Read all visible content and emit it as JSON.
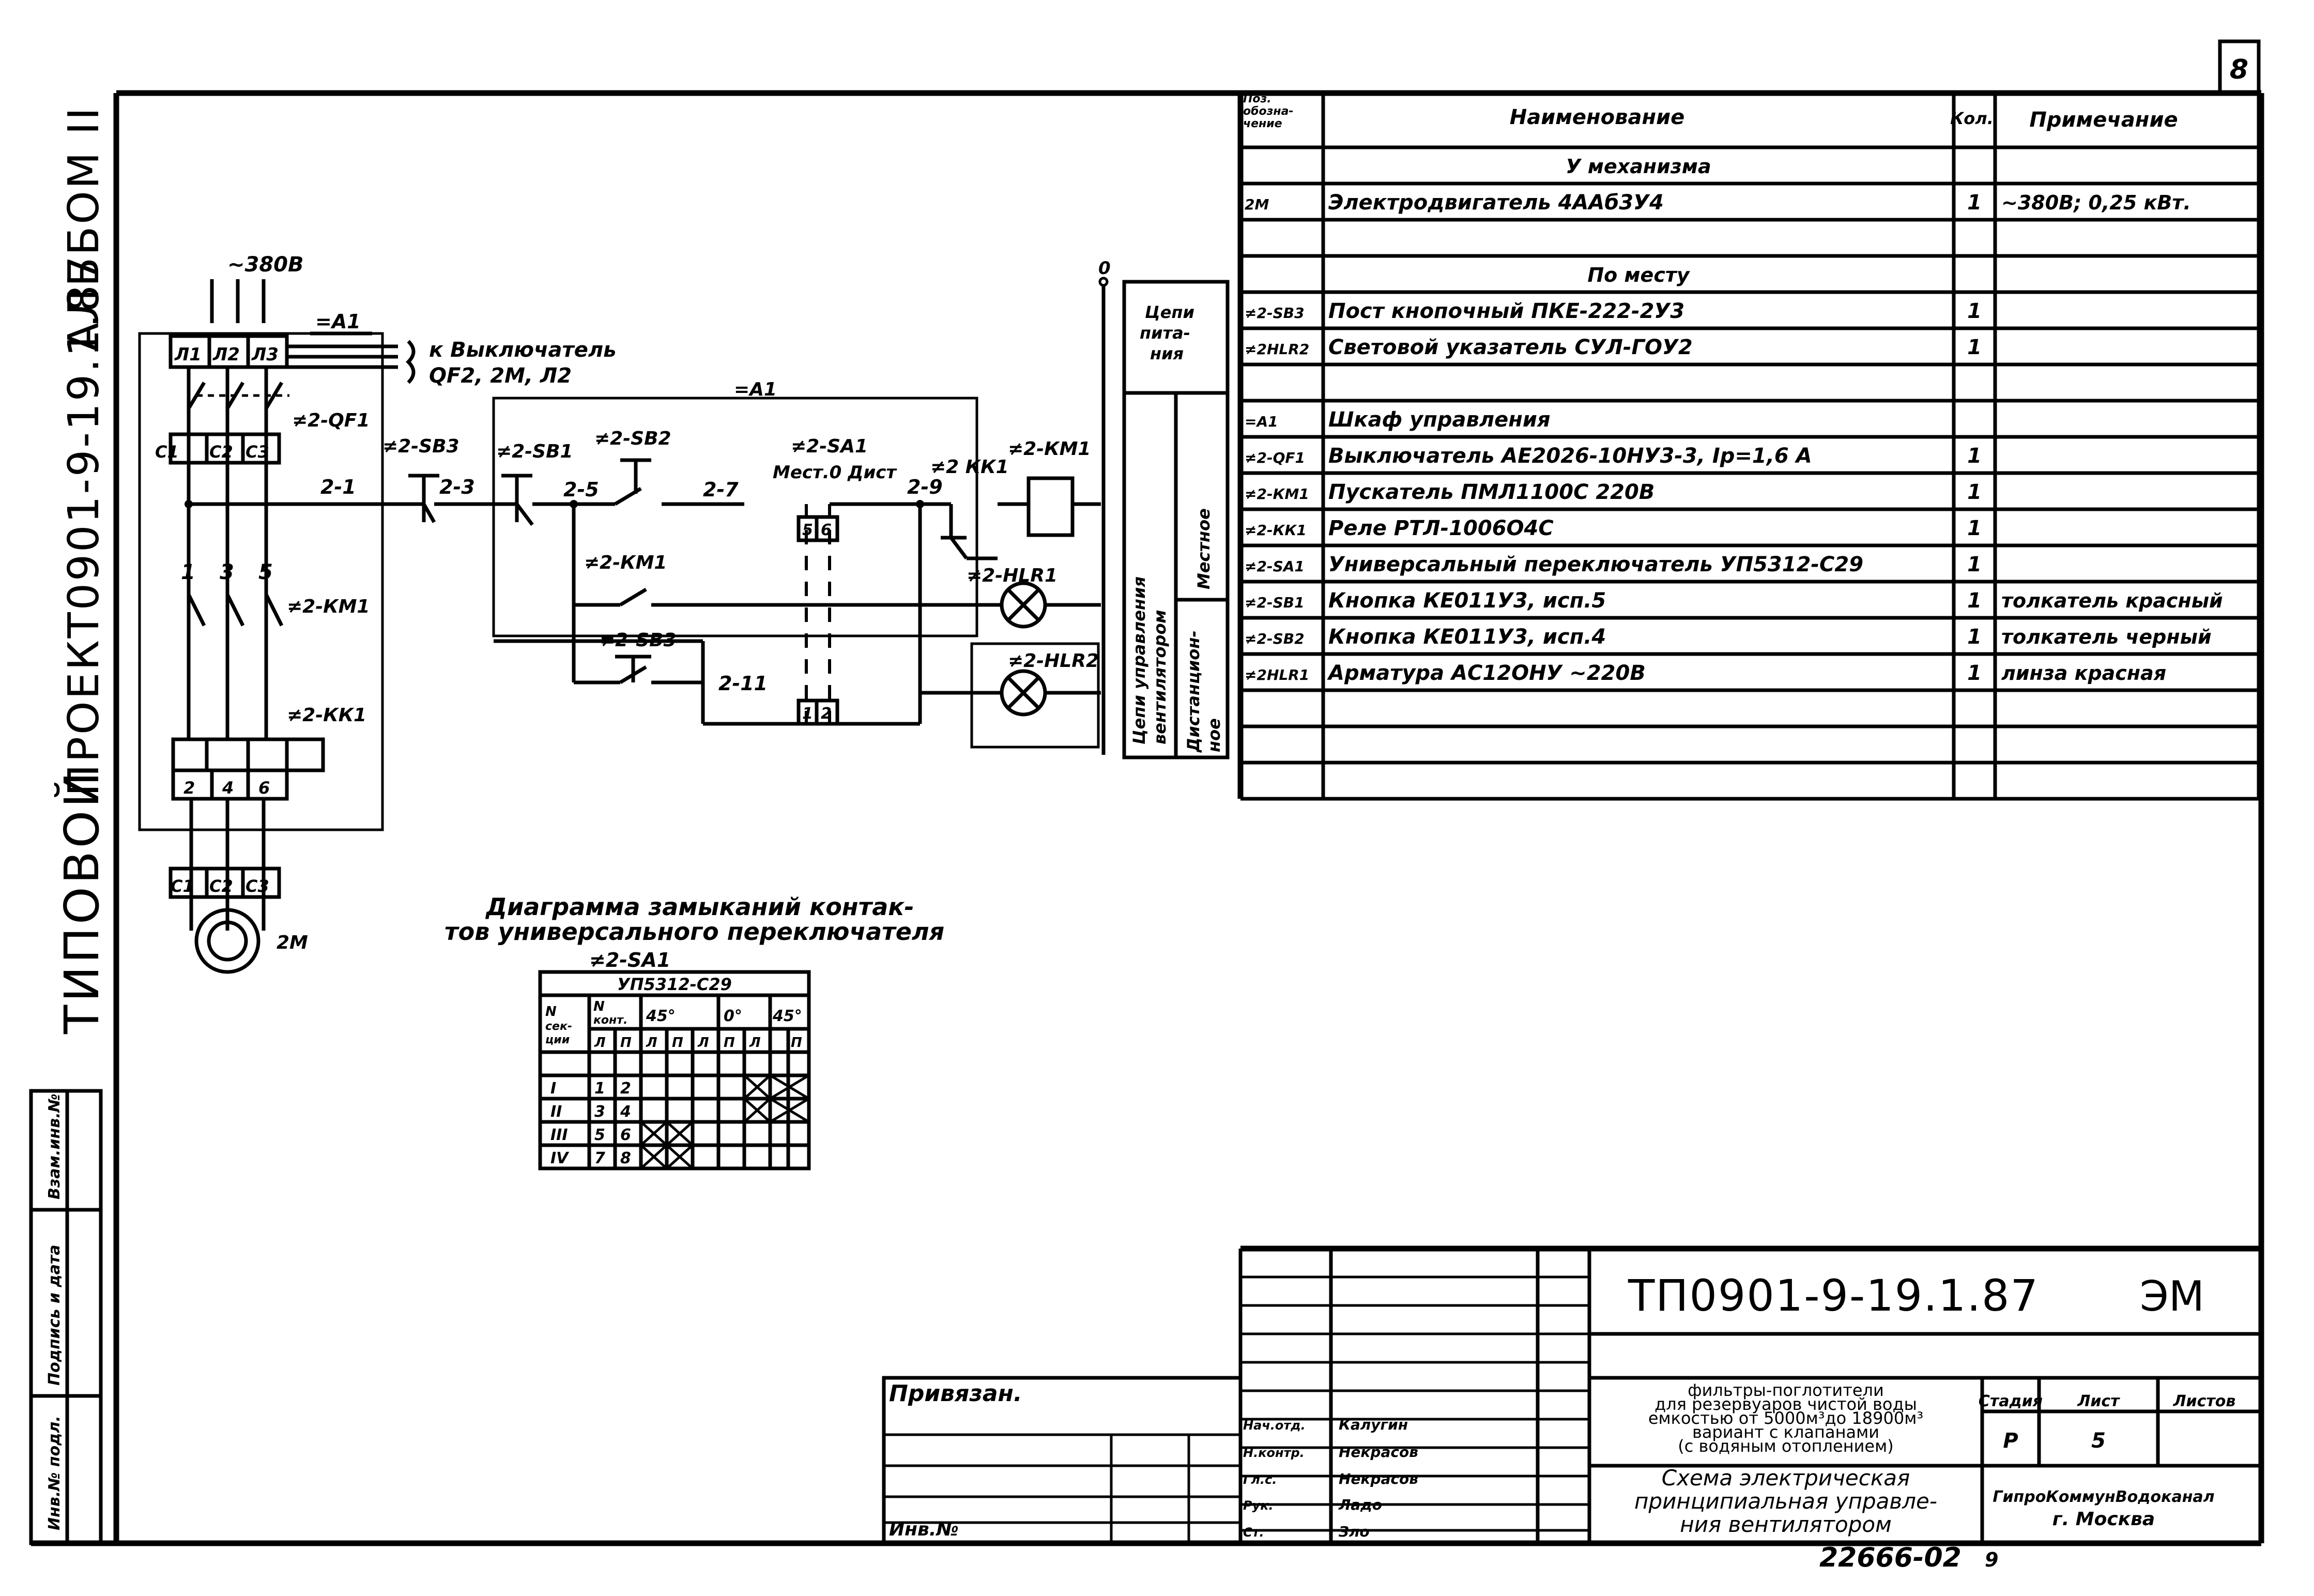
{
  "sheet": {
    "page_number": "8",
    "side_title": {
      "line1": "ТИПОВОЙ",
      "line2": "ПРОЕКТ0901-9-19.1.87",
      "line3": "АЛЬБОМ II"
    },
    "stamp_side": {
      "inv_orig": "Инв.№ подл.",
      "sign_date": "Подпись и дата",
      "vzam": "Взам.инв.№"
    }
  },
  "schematic": {
    "supply": "~380В",
    "a1_top": "=А1",
    "phases": [
      "Л1",
      "Л2",
      "Л3"
    ],
    "feed_note": "к Выключатель QF2, 2М, Л2",
    "qf1": "≠2-QF1",
    "c_top": [
      "С1",
      "С2",
      "С3"
    ],
    "nodes": [
      "1",
      "3",
      "5"
    ],
    "km1_main": "≠2-КМ1",
    "kk1_main": "≠2-КК1",
    "relay_terms": [
      "2",
      "4",
      "6"
    ],
    "c_bot": [
      "С1",
      "С2",
      "С3"
    ],
    "motor": "2М",
    "a1_mid": "=А1",
    "zero": "0",
    "wire_21": "2-1",
    "wire_23": "2-3",
    "wire_25": "2-5",
    "wire_27": "2-7",
    "wire_29": "2-9",
    "wire_211": "2-11",
    "sb3_1": "≠2-SB3",
    "sb1": "≠2-SB1",
    "sb2": "≠2-SB2",
    "sa1": "≠2-SA1",
    "sa1_pos": "Мест.0 Дист",
    "kk1_ctl": "≠2 КК1",
    "km1_coil": "≠2-КМ1",
    "km1_aux": "≠2-КМ1",
    "hlr1": "≠2-HLR1",
    "sb3_2": "≠2-SB3",
    "hlr2": "≠2-HLR2",
    "sa_pins_top": [
      "5",
      "6"
    ],
    "sa_pins_bot": [
      "1",
      "2"
    ],
    "side_labels": {
      "power": "Цепи питания",
      "circuits": "Цепи управления вентилятором",
      "local": "Местное",
      "remote": "Дистанцион-ное"
    }
  },
  "contact_diagram": {
    "title_line1": "Диаграмма замыканий контак-",
    "title_line2": "тов универсального переключателя",
    "ref": "≠2-SA1",
    "model": "УП5312-С29",
    "col_section": "N сек-ции",
    "col_contact": "N конт.",
    "col_angles": [
      "45°",
      "0°",
      "45°"
    ],
    "sub_headers": [
      "Л",
      "П",
      "Л",
      "П",
      "Л",
      "П",
      "Л",
      "П"
    ],
    "rows": [
      {
        "sec": "I",
        "c": [
          "1",
          "2"
        ],
        "crossed": [
          false,
          false,
          false,
          false,
          true,
          true
        ]
      },
      {
        "sec": "II",
        "c": [
          "3",
          "4"
        ],
        "crossed": [
          false,
          false,
          false,
          false,
          true,
          true
        ]
      },
      {
        "sec": "III",
        "c": [
          "5",
          "6"
        ],
        "crossed": [
          true,
          true,
          false,
          false,
          false,
          false
        ]
      },
      {
        "sec": "IV",
        "c": [
          "7",
          "8"
        ],
        "crossed": [
          true,
          true,
          false,
          false,
          false,
          false
        ]
      }
    ]
  },
  "spec_table": {
    "headers": {
      "pos": "Поз. обозна-чение",
      "name": "Наименование",
      "qty": "Кол.",
      "note": "Примечание"
    },
    "rows": [
      {
        "pos": "",
        "name": "У механизма",
        "qty": "",
        "note": "",
        "center": true
      },
      {
        "pos": "2М",
        "name": "Электродвигатель 4ААб3У4",
        "qty": "1",
        "note": "~380В; 0,25 кВт."
      },
      {
        "pos": "",
        "name": "",
        "qty": "",
        "note": ""
      },
      {
        "pos": "",
        "name": "По месту",
        "qty": "",
        "note": "",
        "center": true
      },
      {
        "pos": "≠2-SB3",
        "name": "Пост кнопочный  ПКЕ-222-2У3",
        "qty": "1",
        "note": ""
      },
      {
        "pos": "≠2HLR2",
        "name": "Световой указатель СУЛ-ГОУ2",
        "qty": "1",
        "note": ""
      },
      {
        "pos": "",
        "name": "",
        "qty": "",
        "note": ""
      },
      {
        "pos": "=А1",
        "name": "Шкаф управления",
        "qty": "",
        "note": ""
      },
      {
        "pos": "≠2-QF1",
        "name": "Выключатель АЕ2026-10НУ3-3, Iр=1,6 А",
        "qty": "1",
        "note": ""
      },
      {
        "pos": "≠2-КМ1",
        "name": "Пускатель ПМЛ1100С     220В",
        "qty": "1",
        "note": ""
      },
      {
        "pos": "≠2-КК1",
        "name": "Реле РТЛ-1006О4С",
        "qty": "1",
        "note": ""
      },
      {
        "pos": "≠2-SA1",
        "name": "Универсальный переключатель УП5312-С29",
        "qty": "1",
        "note": ""
      },
      {
        "pos": "≠2-SB1",
        "name": "Кнопка КЕ011У3,   исп.5",
        "qty": "1",
        "note": "толкатель красный"
      },
      {
        "pos": "≠2-SB2",
        "name": "Кнопка КЕ011У3,  исп.4",
        "qty": "1",
        "note": "толкатель черный"
      },
      {
        "pos": "≠2HLR1",
        "name": "Арматура АС12ОНУ    ~220В",
        "qty": "1",
        "note": "линза красная"
      },
      {
        "pos": "",
        "name": "",
        "qty": "",
        "note": ""
      },
      {
        "pos": "",
        "name": "",
        "qty": "",
        "note": ""
      },
      {
        "pos": "",
        "name": "",
        "qty": "",
        "note": ""
      }
    ]
  },
  "title_block": {
    "doc_code": "ТП0901-9-19.1.87",
    "mark": "ЭМ",
    "privyazan": "Привязан.",
    "inv_no": "Инв.№",
    "roles": [
      {
        "role": "Нач.отд.",
        "name": "Калугин"
      },
      {
        "role": "Н.контр.",
        "name": "Некрасов"
      },
      {
        "role": "Гл.с.",
        "name": "Некрасов"
      },
      {
        "role": "Рук.",
        "name": "Ладо"
      },
      {
        "role": "Ст.",
        "name": "Зло"
      }
    ],
    "project_desc": "фильтры-поглотители для резервуаров чистой воды емкостью от 5000м³ до 18900м³ вариант с клапанами (с водяным отоплением)",
    "sheet_title": "Схема электрическая принципиальная управления вентилятором",
    "stage_label": "Стадия",
    "sheet_label": "Лист",
    "sheets_label": "Листов",
    "stage": "Р",
    "sheet": "5",
    "sheets": "",
    "org": "ГипроКоммунВодоканал г. Москва",
    "bottom_number": "22666-02",
    "bottom_sheet": "9"
  }
}
